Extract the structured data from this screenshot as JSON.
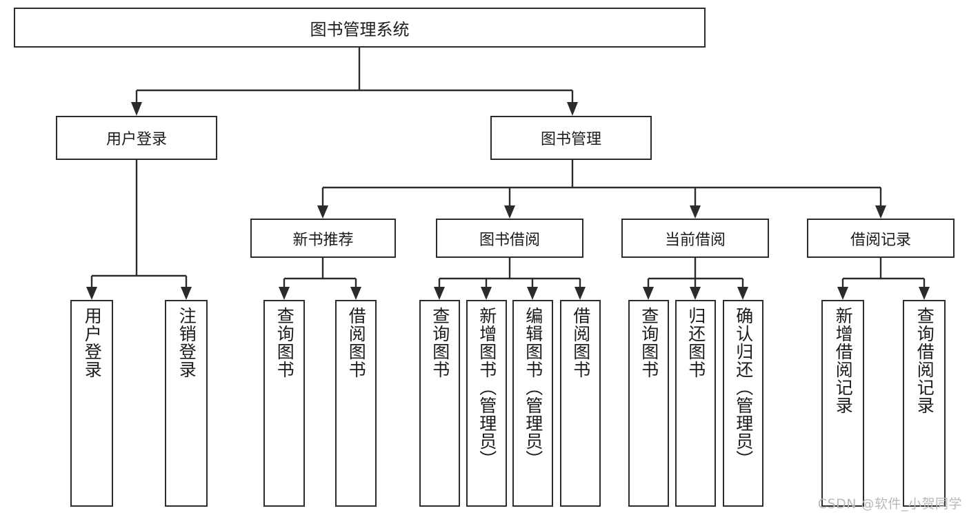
{
  "diagram": {
    "type": "tree",
    "title": "图书管理系统",
    "watermark": "CSDN @软件_小贺同学",
    "colors": {
      "stroke": "#2b2b2b",
      "fill": "#ffffff",
      "text": "#1b1b1b",
      "watermark": "#b9b9b9"
    },
    "nodes": {
      "root": {
        "label": "图书管理系统"
      },
      "level2": [
        {
          "label": "用户登录"
        },
        {
          "label": "图书管理"
        }
      ],
      "level3": [
        {
          "label": "新书推荐"
        },
        {
          "label": "图书借阅"
        },
        {
          "label": "当前借阅"
        },
        {
          "label": "借阅记录"
        }
      ],
      "leaves": [
        {
          "label": "用户登录"
        },
        {
          "label": "注销登录"
        },
        {
          "label": "查询图书"
        },
        {
          "label": "借阅图书"
        },
        {
          "label": "查询图书"
        },
        {
          "label": "新增图书（管理员）"
        },
        {
          "label": "编辑图书（管理员）"
        },
        {
          "label": "借阅图书"
        },
        {
          "label": "查询图书"
        },
        {
          "label": "归还图书"
        },
        {
          "label": "确认归还（管理员）"
        },
        {
          "label": "新增借阅记录"
        },
        {
          "label": "查询借阅记录"
        }
      ]
    },
    "edges": [
      {
        "from": "图书管理系统",
        "to": "用户登录"
      },
      {
        "from": "图书管理系统",
        "to": "图书管理"
      },
      {
        "from": "用户登录",
        "to": "用户登录"
      },
      {
        "from": "用户登录",
        "to": "注销登录"
      },
      {
        "from": "图书管理",
        "to": "新书推荐"
      },
      {
        "from": "图书管理",
        "to": "图书借阅"
      },
      {
        "from": "图书管理",
        "to": "当前借阅"
      },
      {
        "from": "图书管理",
        "to": "借阅记录"
      },
      {
        "from": "新书推荐",
        "to": "查询图书"
      },
      {
        "from": "新书推荐",
        "to": "借阅图书"
      },
      {
        "from": "图书借阅",
        "to": "查询图书"
      },
      {
        "from": "图书借阅",
        "to": "新增图书（管理员）"
      },
      {
        "from": "图书借阅",
        "to": "编辑图书（管理员）"
      },
      {
        "from": "图书借阅",
        "to": "借阅图书"
      },
      {
        "from": "当前借阅",
        "to": "查询图书"
      },
      {
        "from": "当前借阅",
        "to": "归还图书"
      },
      {
        "from": "当前借阅",
        "to": "确认归还（管理员）"
      },
      {
        "from": "借阅记录",
        "to": "新增借阅记录"
      },
      {
        "from": "借阅记录",
        "to": "查询借阅记录"
      }
    ]
  }
}
